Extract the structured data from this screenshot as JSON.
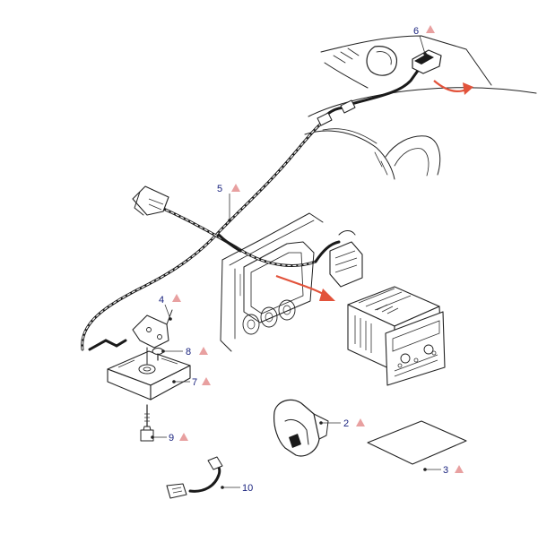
{
  "callouts": [
    {
      "id": "1",
      "label": "2",
      "part": "bracket",
      "warning": true
    },
    {
      "id": "2",
      "label": "3",
      "part": "pad",
      "warning": true
    },
    {
      "id": "3",
      "label": "4",
      "part": "mounting-plate",
      "warning": true
    },
    {
      "id": "4",
      "label": "5",
      "part": "wiring-harness",
      "warning": true
    },
    {
      "id": "5",
      "label": "6",
      "part": "antenna-connector",
      "warning": true
    },
    {
      "id": "6",
      "label": "7",
      "part": "receiver-module",
      "warning": true
    },
    {
      "id": "7",
      "label": "8",
      "part": "screw",
      "warning": true
    },
    {
      "id": "8",
      "label": "9",
      "part": "bolt",
      "warning": true
    },
    {
      "id": "9",
      "label": "10",
      "part": "jumper-cable",
      "warning": false
    }
  ],
  "colors": {
    "warning_triangle": "#e8a0a0",
    "callout_text": "#1a237e",
    "direction_arrow": "#e2533b",
    "line_art": "#222222"
  },
  "icons": [
    "warning-triangle-icon",
    "direction-arrow-icon"
  ]
}
